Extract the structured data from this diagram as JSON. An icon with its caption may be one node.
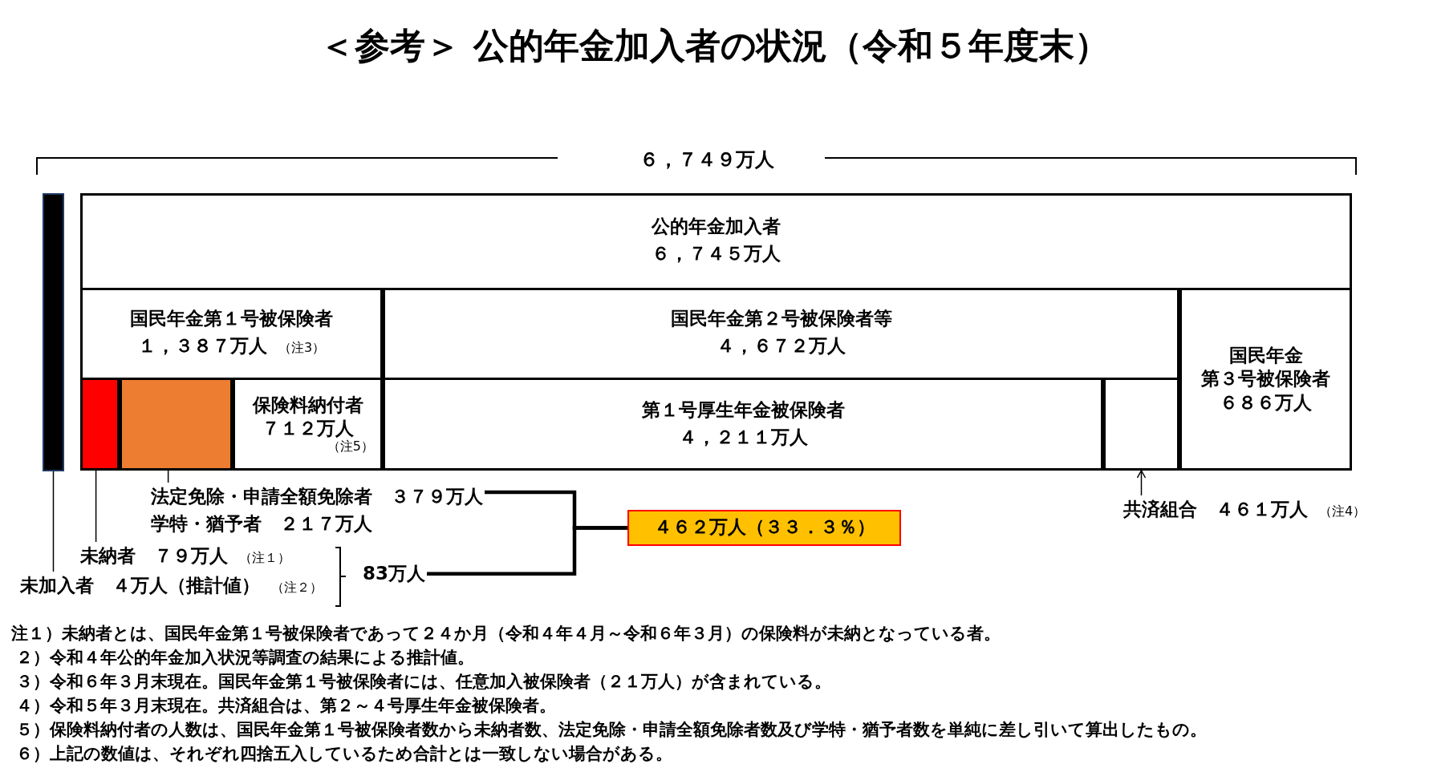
{
  "diagram": {
    "title": "＜参考＞ 公的年金加入者の状況（令和５年度末）",
    "nodes": [
      {
        "text": [],
        "shape": "bar"
      },
      {
        "text": [
          "公的年金加入者",
          "６，７４５万人"
        ]
      },
      {
        "text": [
          "国民年金第１号被保険者",
          "１，３８７万人"
        ],
        "beside": [
          "（注3）"
        ],
        "in": 1
      },
      {
        "text": [],
        "shape": "box",
        "in": 2
      },
      {
        "text": [],
        "shape": "box",
        "in": 2
      },
      {
        "text": [
          "保険料納付者",
          "７１２万人",
          "（注5）"
        ],
        "in": 2
      },
      {
        "text": [
          "国民年金第２号被保険者等",
          "４，６７２万人"
        ],
        "in": 1
      },
      {
        "text": [
          "第１号厚生年金被保険者",
          "４，２１１万人"
        ],
        "in": 6
      },
      {
        "text": [],
        "shape": "box",
        "in": 6
      },
      {
        "text": [
          "国民年金",
          "第３号被保険者",
          "６８６万人"
        ],
        "in": 1
      },
      {
        "text": [
          "未加入者　４万人（推計値）"
        ],
        "beside": [
          "（注２）"
        ]
      },
      {
        "text": [
          "未納者　７９万人"
        ],
        "beside": [
          "（注１）"
        ]
      },
      {
        "text": [
          "法定免除・申請全額免除者　３７９万人",
          "学特・猶予者　２１７万人"
        ]
      },
      {
        "text": [
          "83万人"
        ]
      },
      {
        "text": [
          "４６２万人（３３．３％）"
        ]
      },
      {
        "text": [
          "共済組合　４６１万人"
        ],
        "beside": [
          "（注4）"
        ]
      }
    ],
    "edges": [
      {
        "from": 10,
        "to": 0,
        "arrow": "none"
      },
      {
        "from": 11,
        "to": 3,
        "arrow": "none"
      },
      {
        "from": 12,
        "to": 4,
        "arrow": "none"
      },
      {
        "from": 12,
        "to": 14,
        "arrow": "none",
        "style": "thick"
      },
      {
        "from": 13,
        "to": 14,
        "arrow": "none",
        "style": "thick"
      },
      {
        "from": 15,
        "to": 8,
        "arrow": "to"
      }
    ],
    "labels": [
      "６，７４９万人",
      "注１）未納者とは、国民年金第１号被保険者であって２４か月（令和４年４月～令和６年３月）の保険料が未納となっている者。",
      "２）令和４年公的年金加入状況等調査の結果による推計値。",
      "３）令和６年３月末現在。国民年金第１号被保険者には、任意加入被保険者（２１万人）が含まれている。",
      "４）令和５年３月末現在。共済組合は、第２～４号厚生年金被保険者。",
      "５）保険料納付者の人数は、国民年金第１号被保険者数から未納者数、法定免除・申請全額免除者数及び学特・猶予者数を単純に差し引いて算出したもの。",
      "６）上記の数値は、それぞれ四捨五入しているため合計とは一致しない場合がある。"
    ]
  }
}
